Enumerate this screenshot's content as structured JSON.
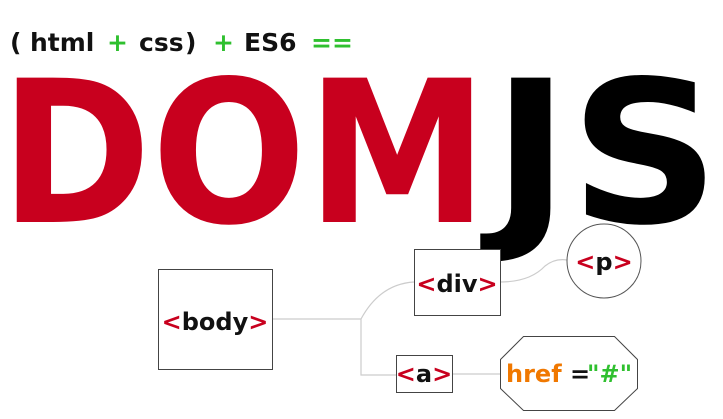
{
  "tagline": {
    "open_paren": "(",
    "html": "html",
    "plus1": "+",
    "css": "css",
    "close_paren": ")",
    "plus2": "+",
    "es6": "ES6",
    "equals": "=="
  },
  "logo": {
    "dom": "DOM",
    "js": "JS"
  },
  "nodes": {
    "body": {
      "lt": "<",
      "name": "body",
      "gt": ">"
    },
    "div": {
      "lt": "<",
      "name": "div",
      "gt": ">"
    },
    "p": {
      "lt": "<",
      "name": "p",
      "gt": ">"
    },
    "a": {
      "lt": "<",
      "name": "a",
      "gt": ">"
    },
    "href": {
      "attr": "href",
      "eq": "=",
      "value": "\"#\""
    }
  },
  "colors": {
    "brand_red": "#c8001e",
    "text_dark": "#111111",
    "plus_green": "#2fc02f",
    "attr_orange": "#f07800",
    "value_green": "#2fc02f",
    "connector": "#cccccc",
    "box_border": "#444444"
  }
}
